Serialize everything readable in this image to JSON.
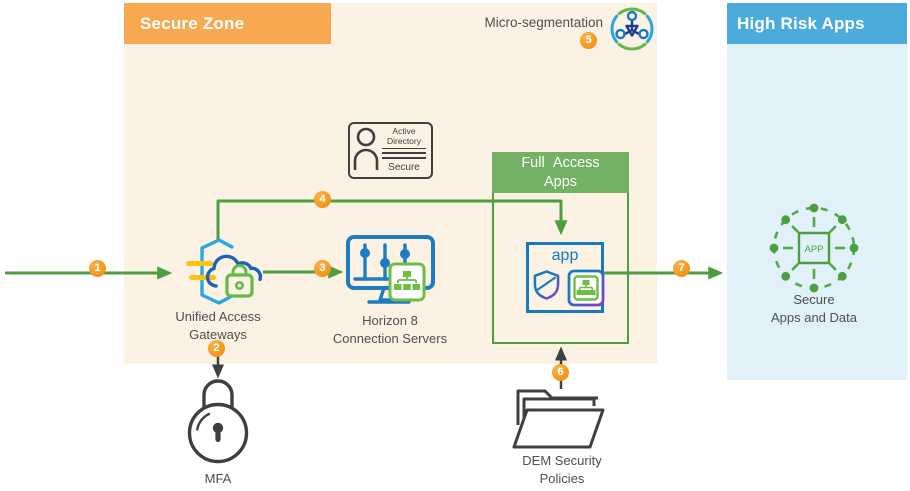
{
  "zones": {
    "secure": {
      "title": "Secure Zone"
    },
    "high_risk": {
      "title": "High Risk Apps"
    },
    "full_access": {
      "line1": "Full Access",
      "line2": "Apps"
    }
  },
  "nodes": {
    "micro_segmentation": {
      "label": "Micro-segmentation"
    },
    "active_directory": {
      "line1": "Active",
      "line2": "Directory",
      "footer": "Secure"
    },
    "uag": {
      "line1": "Unified Access",
      "line2": "Gateways"
    },
    "horizon": {
      "line1": "Horizon 8",
      "line2": "Connection Servers"
    },
    "app": {
      "label": "app"
    },
    "mfa": {
      "label": "MFA"
    },
    "dem": {
      "line1": "DEM Security",
      "line2": "Policies"
    },
    "secure_apps": {
      "line1": "Secure",
      "line2": "Apps and Data",
      "badge": "APP"
    }
  },
  "steps": {
    "s1": "1",
    "s2": "2",
    "s3": "3",
    "s4": "4",
    "s5": "5",
    "s6": "6",
    "s7": "7"
  },
  "colors": {
    "secure_zone_header": "#F6A950",
    "secure_zone_bg": "#FCF2E4",
    "high_risk_header": "#4BACDC",
    "high_risk_bg": "#E0F1F9",
    "arrow_green": "#4C9E3E",
    "full_access_header": "#73B164",
    "badge_orange": "#F59A23",
    "icon_dark": "#3F3F3F",
    "icon_blue": "#1779BE",
    "icon_light_blue": "#29A7E0",
    "icon_green": "#62BB46",
    "icon_yellow": "#FFC20E",
    "icon_purple": "#8739D8",
    "text_gray": "#4F4F4F"
  }
}
